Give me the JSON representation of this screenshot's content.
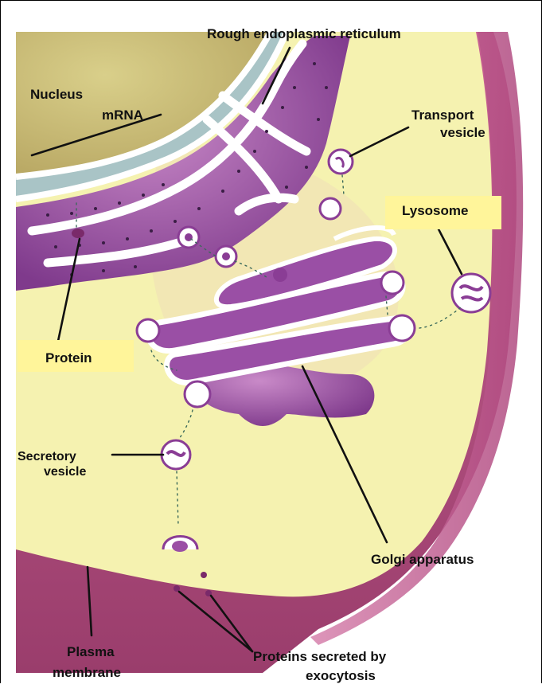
{
  "labels": {
    "rough_er": "Rough endoplasmic reticulum",
    "nucleus": "Nucleus",
    "mrna": "mRNA",
    "transport_vesicle_1": "Transport",
    "transport_vesicle_2": "vesicle",
    "lysosome": "Lysosome",
    "protein": "Protein",
    "secretory_vesicle_1": "Secretory",
    "secretory_vesicle_2": "vesicle",
    "golgi": "Golgi apparatus",
    "plasma_membrane_1": "Plasma",
    "plasma_membrane_2": "membrane",
    "proteins_secreted_1": "Proteins secreted by",
    "proteins_secreted_2": "exocytosis"
  },
  "colors": {
    "cytoplasm": "#f5f2b0",
    "membrane_pink": "#c85a8c",
    "organelle_purple": "#9a4fa5",
    "nucleus_blue": "#a9c4c6",
    "nucleoplasm": "#d8c777",
    "highlight_yellow": "#fff59a"
  }
}
